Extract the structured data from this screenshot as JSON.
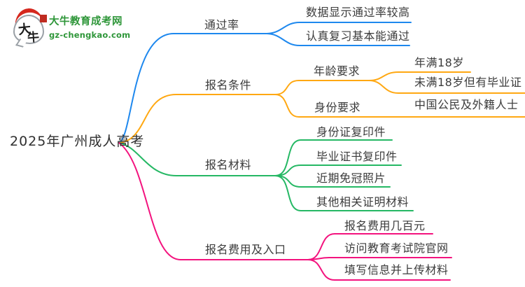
{
  "site": {
    "logo_title": "大牛教育成考网",
    "logo_domain": "gz-chengkao.com",
    "logo_mark_char1": "大",
    "logo_mark_char2": "牛",
    "brand_green": "#2e9639",
    "brand_red": "#d5281e"
  },
  "mindmap": {
    "root": {
      "label": "2025年广州成人高考",
      "text_color": "#2f2f2f"
    },
    "branches": [
      {
        "label": "通过率",
        "color": "#1e88ee",
        "children": [
          {
            "label": "数据显示通过率较高"
          },
          {
            "label": "认真复习基本能通过"
          }
        ]
      },
      {
        "label": "报名条件",
        "color": "#ffa812",
        "children": [
          {
            "label": "年龄要求",
            "children": [
              {
                "label": "年满18岁"
              },
              {
                "label": "未满18岁但有毕业证"
              }
            ]
          },
          {
            "label": "身份要求",
            "children": [
              {
                "label": "中国公民及外籍人士"
              }
            ]
          }
        ]
      },
      {
        "label": "报名材料",
        "color": "#25b864",
        "children": [
          {
            "label": "身份证复印件"
          },
          {
            "label": "毕业证书复印件"
          },
          {
            "label": "近期免冠照片"
          },
          {
            "label": "其他相关证明材料"
          }
        ]
      },
      {
        "label": "报名费用及入口",
        "color": "#f3137e",
        "children": [
          {
            "label": "报名费用几百元"
          },
          {
            "label": "访问教育考试院官网"
          },
          {
            "label": "填写信息并上传材料"
          }
        ]
      }
    ]
  }
}
